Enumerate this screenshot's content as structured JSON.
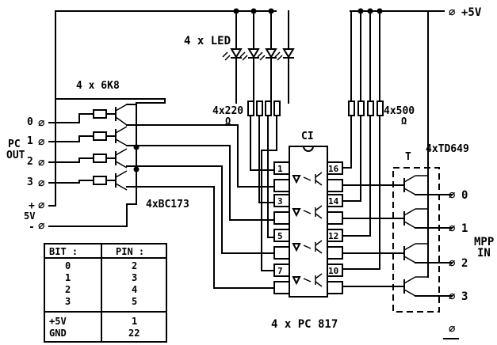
{
  "diagram": {
    "supply_top": "+5V",
    "leds_label": "4 x LED",
    "r_led_label": "4x220",
    "r_led_unit": "Ω",
    "r_base_label": "4 x 6K8",
    "r_pull_label": "4x500",
    "r_pull_unit": "Ω",
    "ci_label": "CI",
    "opto_label": "4 x PC 817",
    "trans_label": "4xBC173",
    "darl_label": "4xTD649",
    "t_label": "T",
    "pc_out_line1": "PC",
    "pc_out_line2": "OUT",
    "mpp_line1": "MPP",
    "mpp_line2": "IN",
    "inputs": [
      {
        "label": "0"
      },
      {
        "label": "1"
      },
      {
        "label": "2"
      },
      {
        "label": "3"
      }
    ],
    "supply_plus": "+",
    "supply_5v": "5V",
    "supply_minus": "-",
    "ic_pins_left": [
      "1",
      "3",
      "5",
      "7"
    ],
    "ic_pins_right": [
      "16",
      "14",
      "12",
      "10"
    ],
    "outputs": [
      "0",
      "1",
      "2",
      "3"
    ],
    "ground_symbol": "∅",
    "terminal_symbol": "∅"
  },
  "table": {
    "header_bit": "BIT  :",
    "header_pin": "PIN  :",
    "rows": [
      {
        "bit": "0",
        "pin": "2"
      },
      {
        "bit": "1",
        "pin": "3"
      },
      {
        "bit": "2",
        "pin": "4"
      },
      {
        "bit": "3",
        "pin": "5"
      }
    ],
    "power_rows": [
      {
        "bit": "+5V",
        "pin": "1"
      },
      {
        "bit": "GND",
        "pin": "22"
      }
    ]
  }
}
